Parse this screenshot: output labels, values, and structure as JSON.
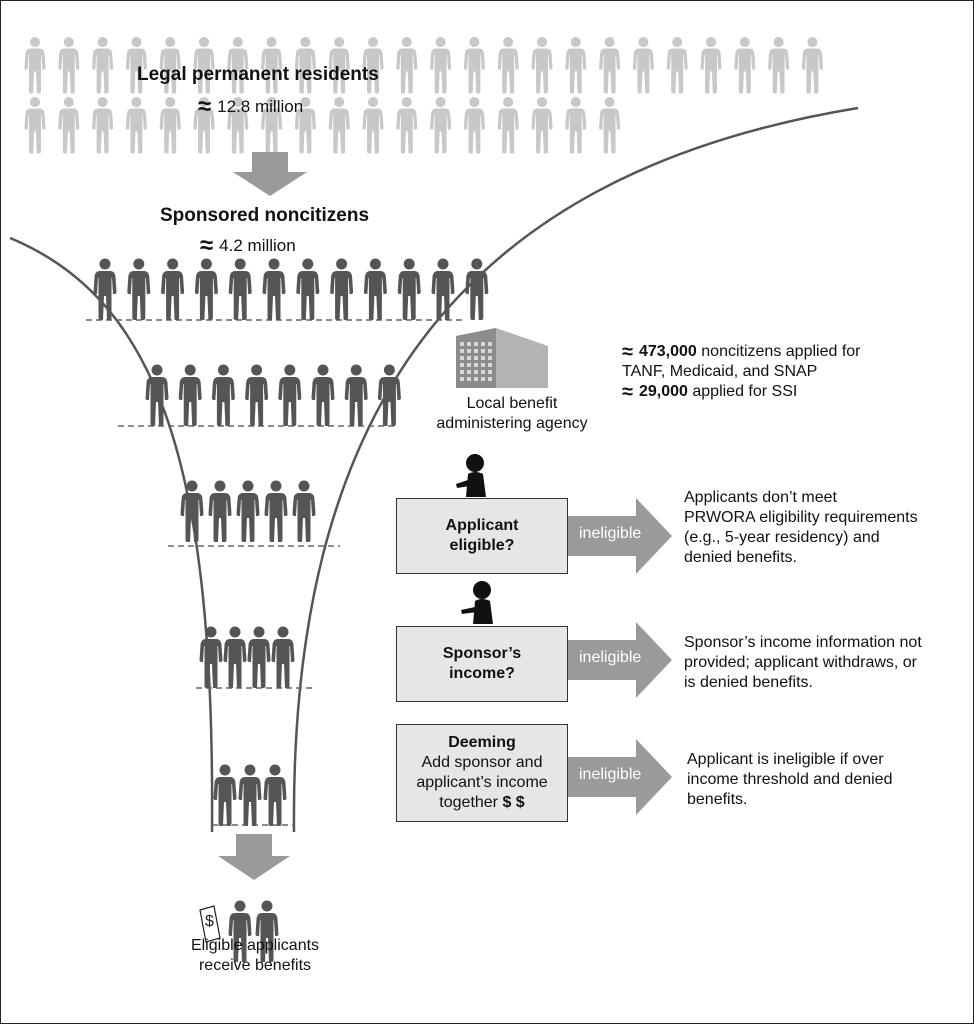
{
  "top": {
    "title": "Legal permanent residents",
    "approx_symbol": "≈",
    "count": "12.8 million"
  },
  "sponsored": {
    "title": "Sponsored noncitizens",
    "approx_symbol": "≈",
    "count": "4.2 million"
  },
  "agency": {
    "label_line1": "Local benefit",
    "label_line2": "administering agency"
  },
  "applications": {
    "line1_approx": "≈",
    "line1_number": "473,000",
    "line1_text": " noncitizens applied for",
    "line2_text": "TANF, Medicaid, and SNAP",
    "line3_approx": "≈",
    "line3_number": "29,000",
    "line3_text": " applied for SSI"
  },
  "steps": [
    {
      "box_line1": "Applicant",
      "box_line2": "eligible?",
      "arrow_label": "ineligible",
      "outcome_line1": "Applicants don’t meet",
      "outcome_line2": "PRWORA eligibility requirements",
      "outcome_line3": "(e.g., 5-year residency) and",
      "outcome_line4": "denied benefits."
    },
    {
      "box_line1": "Sponsor’s",
      "box_line2": "income?",
      "arrow_label": "ineligible",
      "outcome_line1": "Sponsor’s income information not",
      "outcome_line2": "provided; applicant withdraws, or",
      "outcome_line3": "is denied benefits."
    },
    {
      "box_title": "Deeming",
      "box_line1": "Add sponsor and",
      "box_line2": "applicant’s income",
      "box_line3": "together ",
      "box_dollars": "$ $",
      "arrow_label": "ineligible",
      "outcome_line1": "Applicant is ineligible if over",
      "outcome_line2": "income threshold and denied",
      "outcome_line3": "benefits."
    }
  ],
  "bottom": {
    "check_symbol": "$",
    "label_line1": "Eligible applicants",
    "label_line2": "receive benefits"
  },
  "colors": {
    "light_figure": "#c8c8c8",
    "dark_figure": "#555555",
    "arrow_gray": "#9a9a9a",
    "box_fill": "#e6e6e6",
    "funnel_line": "#555555",
    "building": "#8c8c8c"
  }
}
